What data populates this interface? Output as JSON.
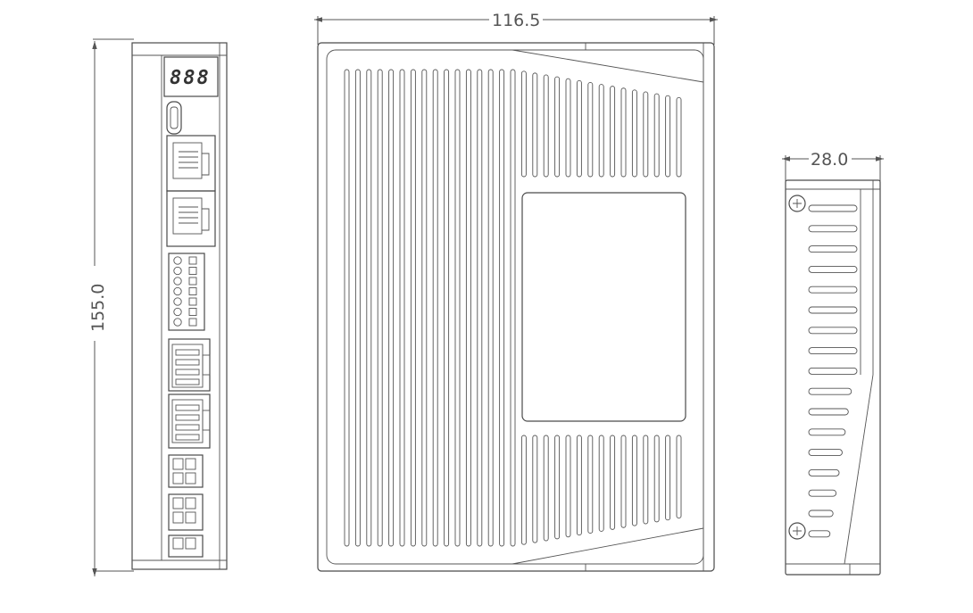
{
  "dimensions": {
    "front_width": "116.5",
    "height": "155.0",
    "side_width": "28.0"
  },
  "display": {
    "digits": "888"
  },
  "colors": {
    "line": "#4a4a4a",
    "dimension": "#555555",
    "background": "#ffffff"
  }
}
